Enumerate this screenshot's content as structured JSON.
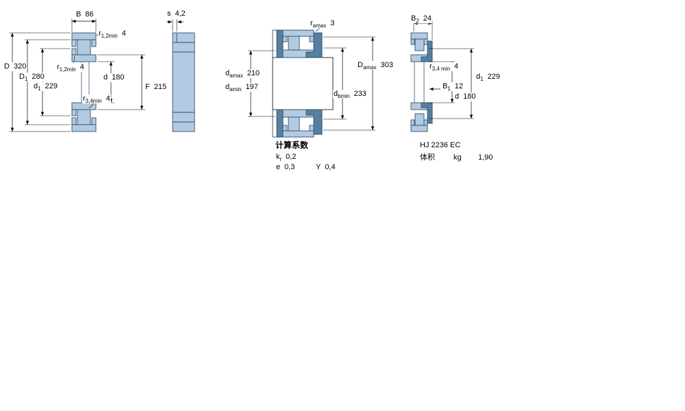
{
  "colors": {
    "part-fill": "#b3cbe2",
    "part-dark": "#56809f",
    "outline": "#2e4d66"
  },
  "views": {
    "section": {
      "B": {
        "sym": "B",
        "sub": "",
        "val": "86"
      },
      "r12a": {
        "sym": "r",
        "sub": "1,2min",
        "val": "4"
      },
      "D": {
        "sym": "D",
        "sub": "",
        "val": "320"
      },
      "D1": {
        "sym": "D",
        "sub": "1",
        "val": "280"
      },
      "r12b": {
        "sym": "r",
        "sub": "1,2min",
        "val": "4"
      },
      "d1": {
        "sym": "d",
        "sub": "1",
        "val": "229"
      },
      "d": {
        "sym": "d",
        "sub": "",
        "val": "180"
      },
      "F": {
        "sym": "F",
        "sub": "",
        "val": "215"
      },
      "r34": {
        "sym": "r",
        "sub": "3,4min",
        "val": "4"
      }
    },
    "profile": {
      "s": {
        "sym": "s",
        "sub": "",
        "val": "4,2"
      }
    },
    "mounted": {
      "ramax": {
        "sym": "r",
        "sub": "amax",
        "val": "3"
      },
      "damax": {
        "sym": "d",
        "sub": "amax",
        "val": "210"
      },
      "damin": {
        "sym": "d",
        "sub": "amin",
        "val": "197"
      },
      "Damax": {
        "sym": "D",
        "sub": "amax",
        "val": "303"
      },
      "dbmin": {
        "sym": "d",
        "sub": "bmin",
        "val": "233"
      }
    },
    "hj": {
      "B2": {
        "sym": "B",
        "sub": "2",
        "val": "24"
      },
      "r34": {
        "sym": "r",
        "sub": "3,4 min",
        "val": "4"
      },
      "d1": {
        "sym": "d",
        "sub": "1",
        "val": "229"
      },
      "B1": {
        "sym": "B",
        "sub": "1",
        "val": "12"
      },
      "d": {
        "sym": "d",
        "sub": "",
        "val": "180"
      }
    }
  },
  "calc": {
    "title": "计算系数",
    "kr": {
      "sym": "k",
      "sub": "r",
      "val": "0,2"
    },
    "e": {
      "sym": "e",
      "sub": "",
      "val": "0,3"
    },
    "Y": {
      "sym": "Y",
      "sub": "",
      "val": "0,4"
    }
  },
  "hj_info": {
    "designation": "HJ 2236 EC",
    "mass_label": "体积",
    "mass_unit": "kg",
    "mass_value": "1,90"
  }
}
